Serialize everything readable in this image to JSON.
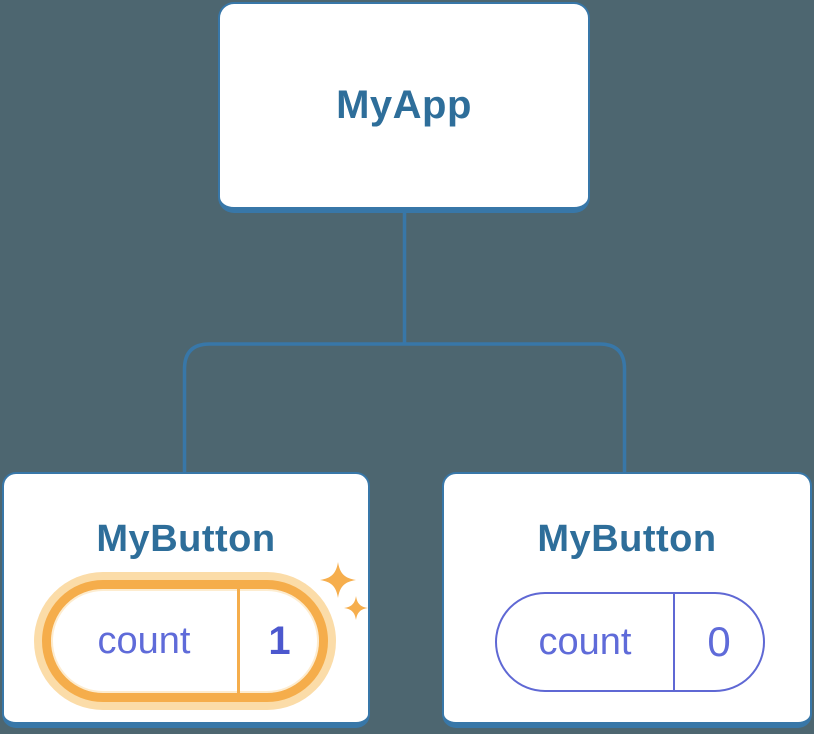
{
  "colors": {
    "background": "#4D6670",
    "line_blue": "#3877A8",
    "node_text_blue": "#2E6E9A",
    "card_bg": "#FFFFFF",
    "highlight_orange": "#F5AD4B",
    "highlight_halo": "#FBDCA8",
    "sparkle_orange": "#F6AE4D",
    "state_purple": "#5F6BD9",
    "state_purple_border": "#5F68D4",
    "state_purple_dark": "#4C58CE"
  },
  "icons": {
    "sparkle_large": "four-point-star",
    "sparkle_small": "four-point-star"
  },
  "diagram": {
    "type": "component-tree",
    "root": {
      "label": "MyApp"
    },
    "children": [
      {
        "label": "MyButton",
        "highlighted": true,
        "state": {
          "key": "count",
          "value": "1"
        }
      },
      {
        "label": "MyButton",
        "highlighted": false,
        "state": {
          "key": "count",
          "value": "0"
        }
      }
    ]
  }
}
